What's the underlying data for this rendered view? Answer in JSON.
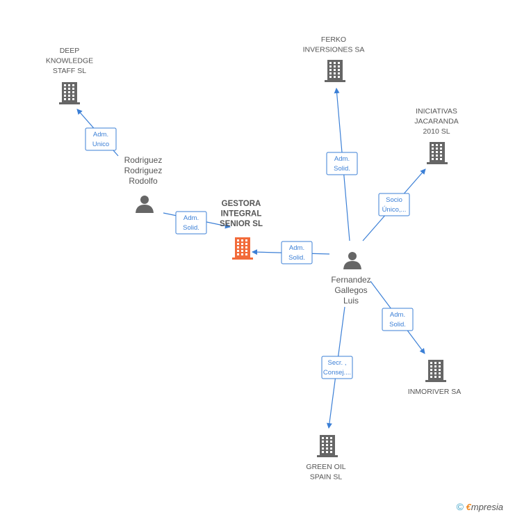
{
  "colors": {
    "accent": "#3b7fd6",
    "building": "#666666",
    "highlight": "#f26b3a",
    "text": "#555555"
  },
  "nodes": [
    {
      "id": "gestora",
      "type": "company",
      "highlight": true,
      "label": [
        "GESTORA",
        "INTEGRAL",
        "SENIOR SL"
      ]
    },
    {
      "id": "deep",
      "type": "company",
      "label": [
        "DEEP",
        "KNOWLEDGE",
        "STAFF SL"
      ]
    },
    {
      "id": "ferko",
      "type": "company",
      "label": [
        "FERKO",
        "INVERSIONES SA"
      ]
    },
    {
      "id": "iniciativas",
      "type": "company",
      "label": [
        "INICIATIVAS",
        "JACARANDA",
        "2010 SL"
      ]
    },
    {
      "id": "inmoriver",
      "type": "company",
      "label": [
        "INMORIVER SA"
      ]
    },
    {
      "id": "greenoil",
      "type": "company",
      "label": [
        "GREEN OIL",
        "SPAIN SL"
      ]
    },
    {
      "id": "rodriguez",
      "type": "person",
      "label": [
        "Rodriguez",
        "Rodriguez",
        "Rodolfo"
      ]
    },
    {
      "id": "fernandez",
      "type": "person",
      "label": [
        "Fernandez",
        "Gallegos",
        "Luis"
      ]
    }
  ],
  "edges": [
    {
      "id": "e1",
      "from": "rodriguez",
      "to": "deep",
      "label": [
        "Adm.",
        "Unico"
      ]
    },
    {
      "id": "e2",
      "from": "rodriguez",
      "to": "gestora",
      "label": [
        "Adm.",
        "Solid."
      ]
    },
    {
      "id": "e3",
      "from": "fernandez",
      "to": "gestora",
      "label": [
        "Adm.",
        "Solid."
      ]
    },
    {
      "id": "e4",
      "from": "fernandez",
      "to": "ferko",
      "label": [
        "Adm.",
        "Solid."
      ]
    },
    {
      "id": "e5",
      "from": "fernandez",
      "to": "iniciativas",
      "label": [
        "Socio",
        "Único,..."
      ]
    },
    {
      "id": "e6",
      "from": "fernandez",
      "to": "inmoriver",
      "label": [
        "Adm.",
        "Solid."
      ]
    },
    {
      "id": "e7",
      "from": "fernandez",
      "to": "greenoil",
      "label": [
        "Secr. ,",
        "Consej...."
      ]
    }
  ],
  "footer": {
    "copyright": "©",
    "brand_first": "€",
    "brand_rest": "mpresia"
  }
}
